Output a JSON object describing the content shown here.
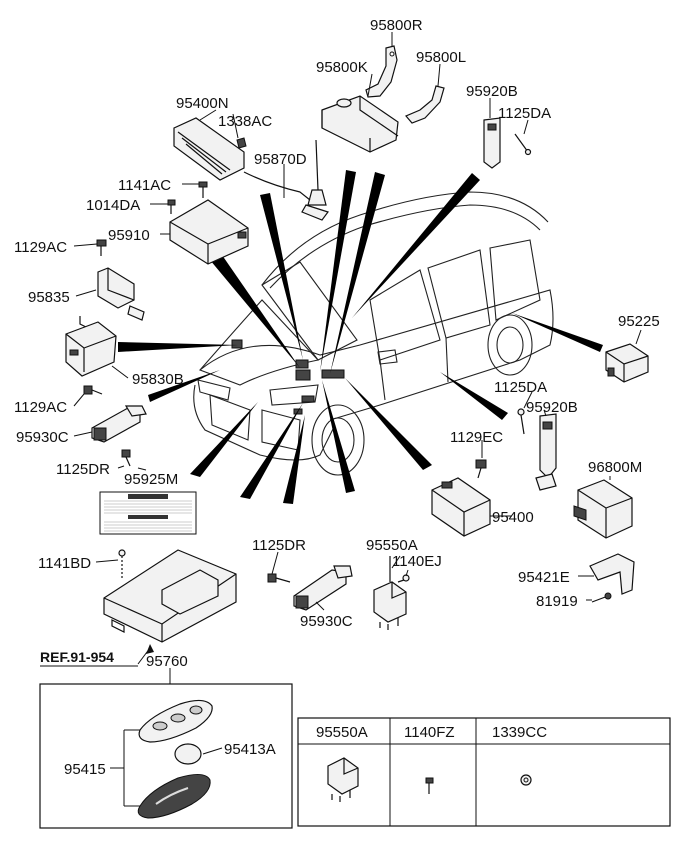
{
  "diagram": {
    "part_labels": {
      "p95800R": "95800R",
      "p95800K": "95800K",
      "p95800L": "95800L",
      "p95400N": "95400N",
      "p1338AC": "1338AC",
      "p95920B_top": "95920B",
      "p1125DA_top": "1125DA",
      "p95870D": "95870D",
      "p1141AC": "1141AC",
      "p1014DA": "1014DA",
      "p95910": "95910",
      "p1129AC_top": "1129AC",
      "p95835": "95835",
      "p95225": "95225",
      "p95830B": "95830B",
      "p1129AC_bottom": "1129AC",
      "p1125DA_right": "1125DA",
      "p95920B_right": "95920B",
      "p95930C_left": "95930C",
      "p1129EC": "1129EC",
      "p1125DR_left": "1125DR",
      "p95925M": "95925M",
      "p96800M": "96800M",
      "p95400": "95400",
      "p1141BD": "1141BD",
      "p1125DR_center": "1125DR",
      "p95550A": "95550A",
      "p1140EJ": "1140EJ",
      "p95421E": "95421E",
      "p95930C_center": "95930C",
      "p81919": "81919",
      "p95760": "95760",
      "p95415": "95415",
      "p95413A": "95413A"
    },
    "reference": "REF.91-954",
    "table": {
      "headers": [
        "95550A",
        "1140FZ",
        "1339CC"
      ]
    }
  }
}
